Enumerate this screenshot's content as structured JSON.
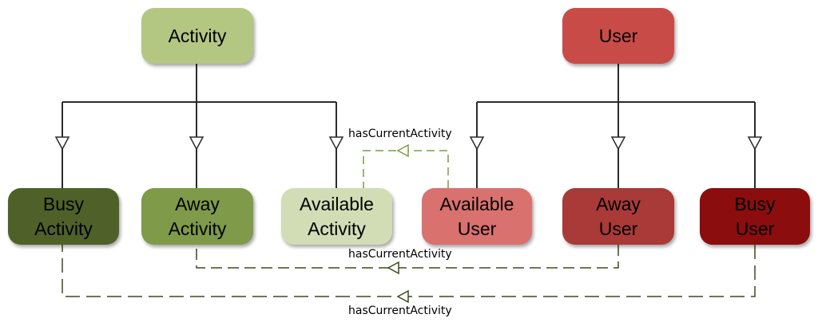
{
  "nodes": {
    "activity": {
      "line1": "Activity",
      "line2": "",
      "fill": "#b3c783",
      "text_color": "#000000"
    },
    "user": {
      "line1": "User",
      "line2": "",
      "fill": "#c94b47",
      "text_color": "#000000"
    },
    "busy_activity": {
      "line1": "Busy",
      "line2": "Activity",
      "fill": "#4f6128",
      "text_color": "#000000"
    },
    "away_activity": {
      "line1": "Away",
      "line2": "Activity",
      "fill": "#7f9a48",
      "text_color": "#000000"
    },
    "available_activity": {
      "line1": "Available",
      "line2": "Activity",
      "fill": "#d2ddb5",
      "text_color": "#000000"
    },
    "available_user": {
      "line1": "Available",
      "line2": "User",
      "fill": "#d9716f",
      "text_color": "#000000"
    },
    "away_user": {
      "line1": "Away",
      "line2": "User",
      "fill": "#a93a37",
      "text_color": "#000000"
    },
    "busy_user": {
      "line1": "Busy",
      "line2": "User",
      "fill": "#8b0d0d",
      "text_color": "#000000"
    }
  },
  "relations": {
    "top_label": "hasCurrentActivity",
    "middle_label": "hasCurrentActivity",
    "bottom_label": "hasCurrentActivity"
  },
  "colors": {
    "tree_line": "#2b2b2b",
    "relation_light": "#7f9a48",
    "relation_dark": "#3d4a1e"
  }
}
